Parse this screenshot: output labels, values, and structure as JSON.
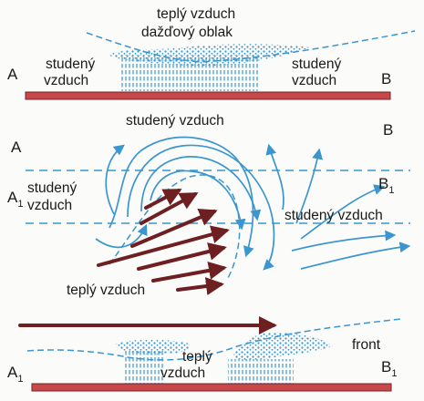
{
  "labels": {
    "warm_air": "teplý vzduch",
    "rain_cloud": "dažďový oblak",
    "cold_air": "studený vzduch",
    "cold": "studený",
    "warm": "teplý",
    "air": "vzduch",
    "front": "front",
    "a": "A",
    "b": "B",
    "subscript": "1"
  },
  "colors": {
    "cold_air_blue": "#3b95cf",
    "warm_air_arrow": "#6e1f22",
    "ground": "#c6484b"
  }
}
